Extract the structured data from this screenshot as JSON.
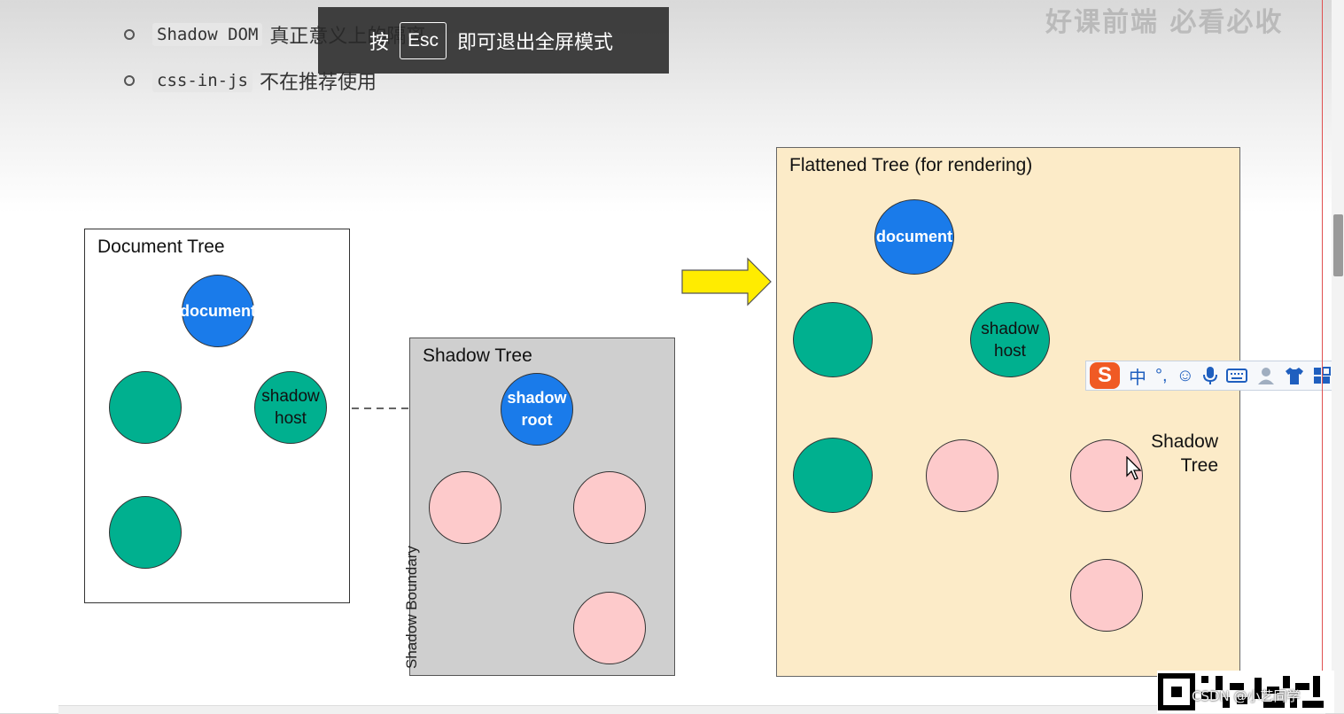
{
  "bullets": [
    {
      "code": "Shadow DOM",
      "text": "真正意义上的隔离"
    },
    {
      "code": "css-in-js",
      "text": "不在推荐使用"
    }
  ],
  "esc_toast": {
    "before": "按",
    "key": "Esc",
    "after": "即可退出全屏模式"
  },
  "watermark_top": "好课前端 必看必收",
  "document_tree": {
    "title": "Document Tree",
    "root": "document",
    "host_lines": [
      "shadow",
      "host"
    ]
  },
  "shadow_tree": {
    "title": "Shadow Tree",
    "root_lines": [
      "shadow",
      "root"
    ],
    "boundary_label": "Shadow Boundary"
  },
  "flattened_tree": {
    "title": "Flattened Tree (for rendering)",
    "root": "document",
    "host_lines": [
      "shadow",
      "host"
    ],
    "shadow_label_lines": [
      "Shadow",
      "Tree"
    ]
  },
  "ime_toolbar": {
    "logo": "S",
    "items": [
      "中",
      "°,",
      "☺",
      "mic-icon",
      "keyboard-icon",
      "user-icon",
      "shirt-icon",
      "grid-icon"
    ]
  },
  "watermark_bottom": "CSDN @小艺同学",
  "colors": {
    "node_blue": "#1a7bea",
    "node_green": "#00b08f",
    "node_pink": "#fdcacb",
    "arrow_yellow": "#ffec00",
    "flat_bg": "#fcebc8",
    "shadow_bg": "#cfcfcf"
  }
}
